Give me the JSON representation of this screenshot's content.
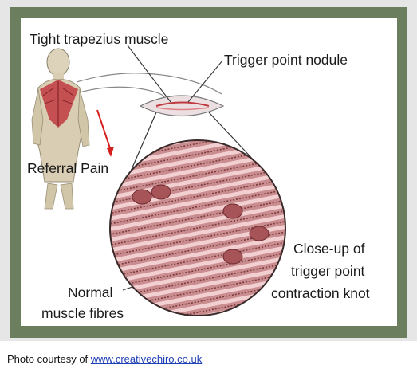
{
  "diagram": {
    "labels": {
      "tight_trapezius": "Tight trapezius muscle",
      "trigger_point_nodule": "Trigger point nodule",
      "referral_pain": "Referral Pain",
      "normal_fibres_line1": "Normal",
      "normal_fibres_line2": "muscle fibres",
      "closeup_line1": "Close-up of",
      "closeup_line2": "trigger point",
      "closeup_line3": "contraction knot"
    },
    "colors": {
      "frame": "#6b7f5e",
      "muscle_fill": "#c98c8f",
      "muscle_stripe": "#f2cfd0",
      "muscle_dark": "#7a3a3e",
      "referral_arrow": "#d61f1f",
      "body_skin": "#d9ceb3"
    }
  },
  "caption": {
    "prefix": "Photo courtesy of ",
    "link_text": "www.creativechiro.co.uk"
  }
}
